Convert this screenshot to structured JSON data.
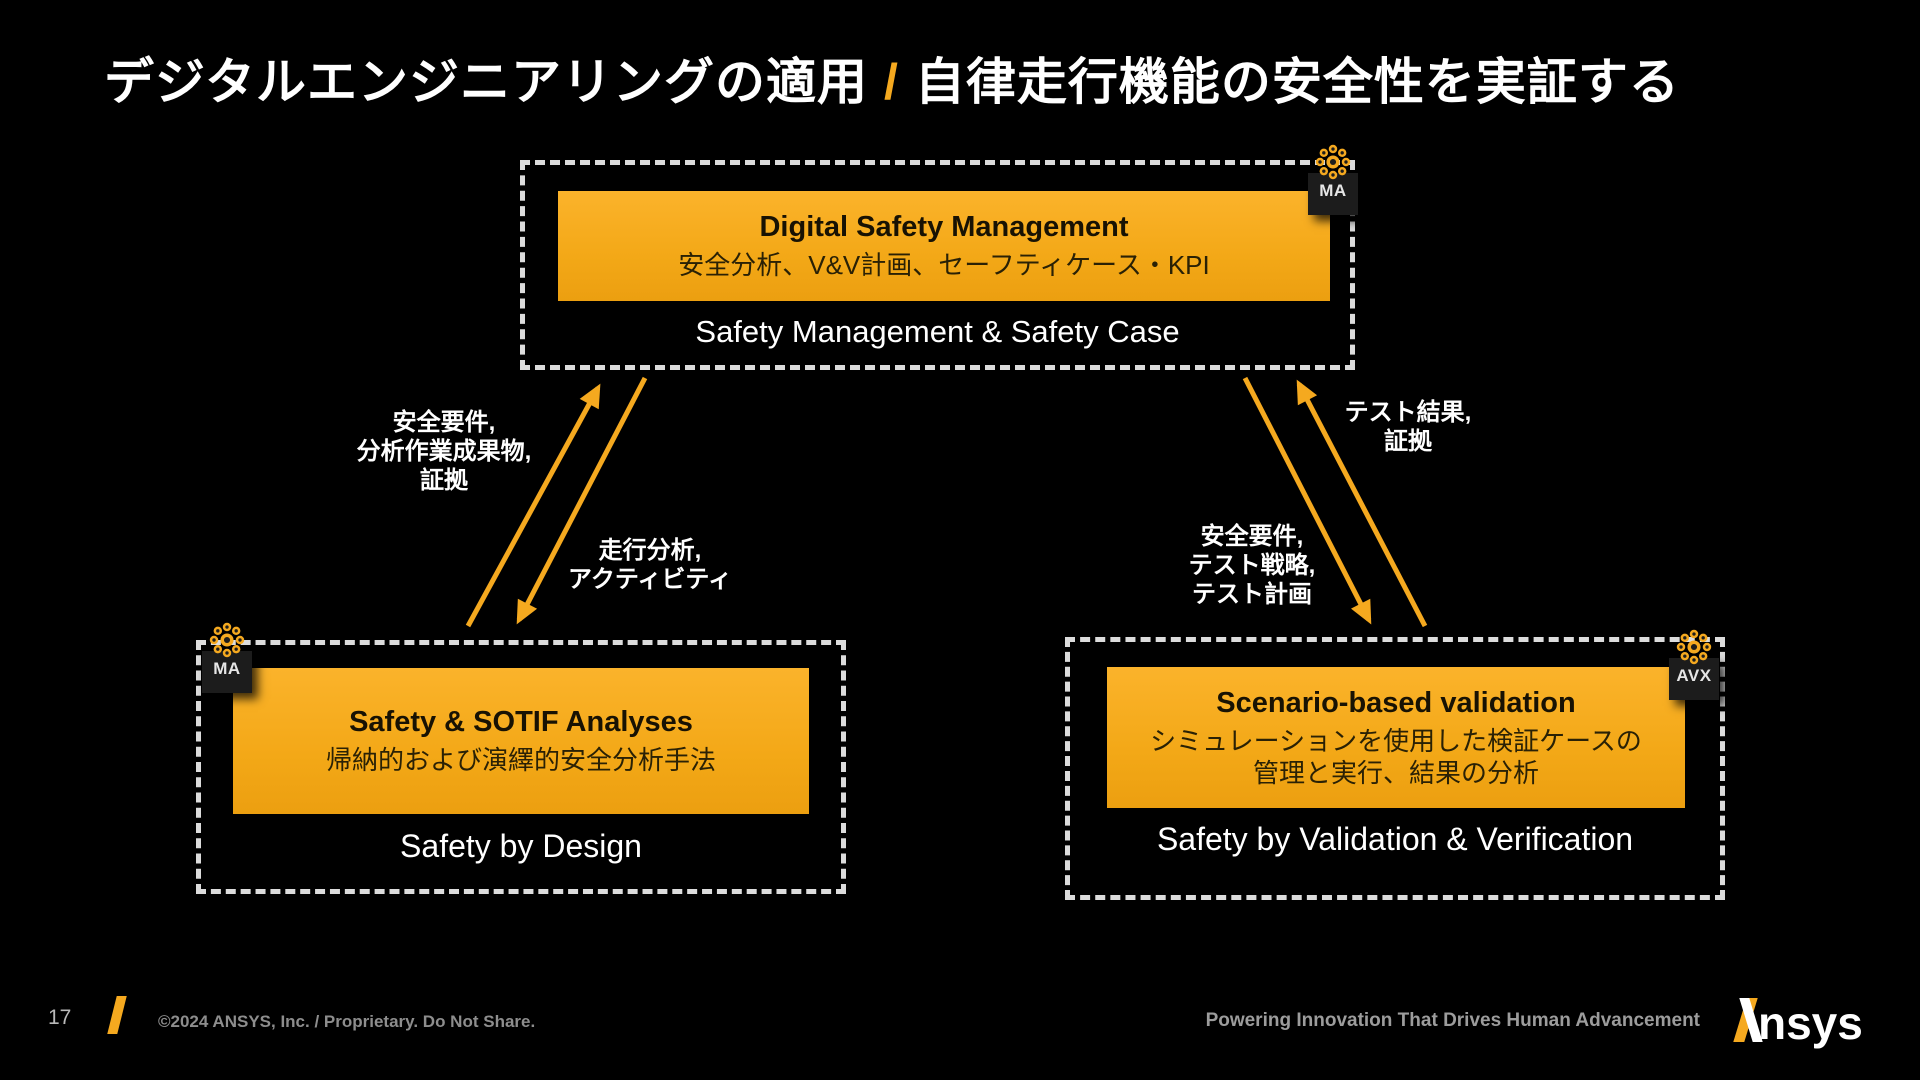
{
  "slide": {
    "title": {
      "part1": "デジタルエンジニアリングの適用",
      "separator": "/",
      "part2": "自律走行機能の安全性を実証する"
    },
    "nodes": {
      "management": {
        "badge": "MA",
        "heading": "Digital Safety Management",
        "subheading": "安全分析、V&V計画、セーフティケース・KPI",
        "caption": "Safety Management & Safety Case"
      },
      "design": {
        "badge": "MA",
        "heading": "Safety & SOTIF Analyses",
        "subheading": "帰納的および演繹的安全分析手法",
        "caption": "Safety by Design"
      },
      "validation": {
        "badge": "AVX",
        "heading": "Scenario-based validation",
        "subheading_line1": "シミュレーションを使用した検証ケースの",
        "subheading_line2": "管理と実行、結果の分析",
        "caption": "Safety by Validation & Verification"
      }
    },
    "arrow_labels": {
      "left_up": [
        "安全要件,",
        "分析作業成果物,",
        "証拠"
      ],
      "left_down": [
        "走行分析,",
        "アクティビティ"
      ],
      "right_up": [
        "テスト結果,",
        "証拠"
      ],
      "right_down": [
        "安全要件,",
        "テスト戦略,",
        "テスト計画"
      ]
    },
    "footer": {
      "page_number": "17",
      "copyright": "©2024 ANSYS, Inc. / Proprietary. Do Not Share.",
      "tagline": "Powering Innovation That Drives Human Advancement",
      "logo_suffix": "nsys"
    },
    "colors": {
      "accent": "#F5A91F",
      "background": "#000000",
      "dashed_border": "#DCDCDC"
    }
  }
}
